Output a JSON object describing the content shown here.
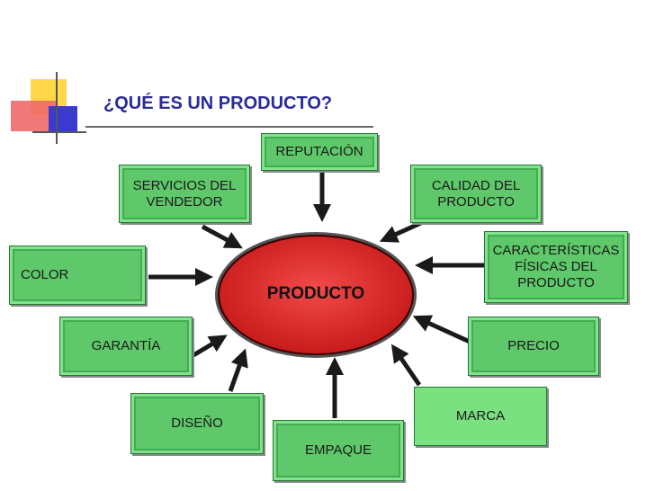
{
  "title": "¿QUÉ ES UN PRODUCTO?",
  "center": {
    "label": "PRODUCTO"
  },
  "nodes": {
    "reputacion": "REPUTACIÓN",
    "servicios": "SERVICIOS DEL\nVENDEDOR",
    "calidad": "CALIDAD DEL\nPRODUCTO",
    "caracteristicas": "CARACTERÍSTICAS\nFÍSICAS DEL\nPRODUCTO",
    "color": "COLOR",
    "garantia": "GARANTÍA",
    "precio": "PRECIO",
    "diseno": "DISEÑO",
    "empaque": "EMPAQUE",
    "marca": "MARCA"
  },
  "colors": {
    "box": "#5ec86a",
    "center": "#e02020",
    "title": "#2b2b99",
    "arrow": "#1a1a1a"
  }
}
